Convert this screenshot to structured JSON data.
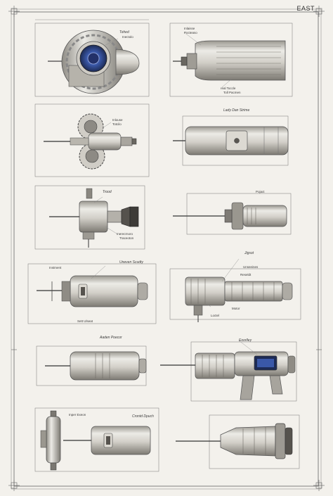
{
  "sheet": {
    "header_label": "EAST",
    "colors": {
      "paper": "#f3f1ec",
      "line": "#555555",
      "metal_light": "#e4e2dc",
      "metal_mid": "#c7c4bc",
      "metal_dark": "#6f6c66",
      "screen_blue": "#3a58a8",
      "screen_dark": "#1d2b55"
    }
  },
  "panels": [
    {
      "id": "p1",
      "labels": [
        "Tohed",
        "Inectolo"
      ]
    },
    {
      "id": "p2",
      "labels": [
        "Inlaisse",
        "Pocteaso",
        "real Toccle",
        "Toll Pacmen"
      ]
    },
    {
      "id": "p3",
      "labels": [
        "Inlouse",
        "Totcilo"
      ]
    },
    {
      "id": "p4",
      "labels": [
        "Lady Dan Strime"
      ]
    },
    {
      "id": "p5",
      "labels": [
        "Trood",
        "Inerecrnoro",
        "Traceoton"
      ]
    },
    {
      "id": "p6",
      "labels": [
        "Pojact"
      ]
    },
    {
      "id": "p7",
      "labels": [
        "Instment",
        "Uneven Scudty",
        "Sett Ulseat"
      ]
    },
    {
      "id": "p8",
      "labels": [
        "Jigsot",
        "Unseeines",
        "Reseldt",
        "Motor",
        "Loctel"
      ]
    },
    {
      "id": "p9",
      "labels": [
        "Aaden Poecor"
      ]
    },
    {
      "id": "p10",
      "labels": [
        "Eoorlley"
      ]
    },
    {
      "id": "p11",
      "labels": [
        "Inper Exeon",
        "Crontd Dpuch"
      ]
    },
    {
      "id": "p12",
      "labels": []
    }
  ]
}
